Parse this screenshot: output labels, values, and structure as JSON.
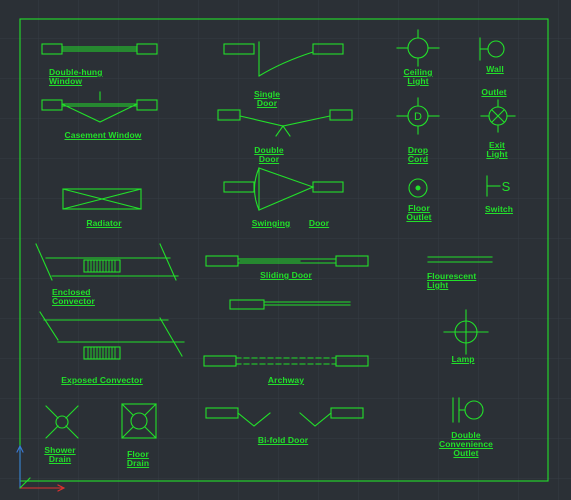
{
  "colors": {
    "background": "#2b3036",
    "grid": "#3a4048",
    "linework": "#22e02a",
    "ucs_x": "#e03030",
    "ucs_y": "#3a7ad8"
  },
  "symbols": {
    "double_hung_window": "Double-hung\nWindow",
    "casement_window": "Casement Window",
    "single_door": "Single\nDoor",
    "double_door": "Double\nDoor",
    "swinging": "Swinging",
    "door": "Door",
    "ceiling_light": "Ceiling\nLight",
    "wall": "Wall",
    "outlet": "Outlet",
    "drop_cord": "Drop\nCord",
    "exit_light": "Exit\nLight",
    "floor_outlet": "Floor\nOutlet",
    "switch": "Switch",
    "switch_letter": "S",
    "drop_cord_letter": "D",
    "radiator": "Radiator",
    "enclosed_convector": "Enclosed\nConvector",
    "sliding_door": "Sliding Door",
    "flourescent_light": "Flourescent\nLight",
    "exposed_convector": "Exposed Convector",
    "archway": "Archway",
    "lamp": "Lamp",
    "shower_drain": "Shower\nDrain",
    "floor_drain": "Floor\nDrain",
    "bi_fold_door": "Bi-fold Door",
    "double_convenience_outlet": "Double\nConvenience\nOutlet"
  }
}
